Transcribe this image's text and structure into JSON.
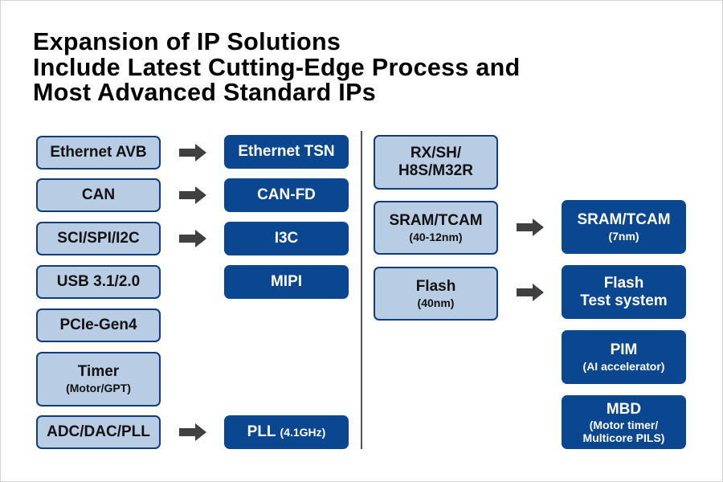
{
  "title": {
    "lines": [
      "Expansion of IP Solutions",
      "Include Latest Cutting-Edge Process and",
      "Most Advanced Standard IPs"
    ]
  },
  "colors": {
    "existing_fill": "#b8cce4",
    "existing_border": "#0f3d7a",
    "new_fill": "#0b4690",
    "arrow": "#404040",
    "divider": "#555555"
  },
  "left_panel": {
    "existing": [
      {
        "label": "Ethernet AVB"
      },
      {
        "label": "CAN"
      },
      {
        "label": "SCI/SPI/I2C"
      },
      {
        "label": "USB 3.1/2.0"
      },
      {
        "label": "PCIe-Gen4"
      },
      {
        "label": "Timer",
        "sub": "(Motor/GPT)"
      },
      {
        "label": "ADC/DAC/PLL"
      }
    ],
    "new": [
      {
        "label": "Ethernet TSN"
      },
      {
        "label": "CAN-FD"
      },
      {
        "label": "I3C"
      },
      {
        "label": "MIPI"
      },
      {
        "label": "PLL",
        "inline_sub": "(4.1GHz)"
      }
    ],
    "arrow_icon": "right-arrow-icon"
  },
  "right_panel": {
    "existing": [
      {
        "label": "RX/SH/",
        "label2": "H8S/M32R"
      },
      {
        "label": "SRAM/TCAM",
        "sub": "(40-12nm)"
      },
      {
        "label": "Flash",
        "sub": "(40nm)"
      }
    ],
    "new": [
      {
        "label": "SRAM/TCAM",
        "sub": "(7nm)"
      },
      {
        "label": "Flash",
        "label2": "Test system"
      },
      {
        "label": "PIM",
        "sub": "(AI accelerator)"
      },
      {
        "label": "MBD",
        "sub": "(Motor timer/",
        "sub2": "Multicore PILS)"
      }
    ]
  }
}
